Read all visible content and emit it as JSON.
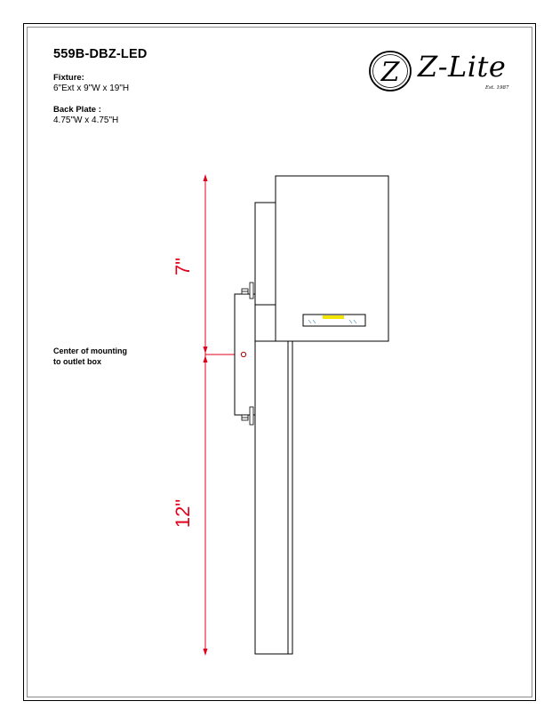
{
  "title": "559B-DBZ-LED",
  "fixture": {
    "label": "Fixture:",
    "value": "6\"Ext x 9\"W x 19\"H"
  },
  "back_plate": {
    "label": "Back Plate :",
    "value": "4.75\"W x 4.75\"H"
  },
  "mounting_note": {
    "line1": "Center of mounting",
    "line2": "to outlet box"
  },
  "dimensions": {
    "upper": "7\"",
    "lower": "12\""
  },
  "logo": {
    "name": "Z-Lite",
    "monogram": "Z",
    "est": "Est. 1987"
  },
  "colors": {
    "dimension": "#e0001b",
    "line": "#000000",
    "led": "#f2e600",
    "frame_inner": "#8a8a8a"
  }
}
